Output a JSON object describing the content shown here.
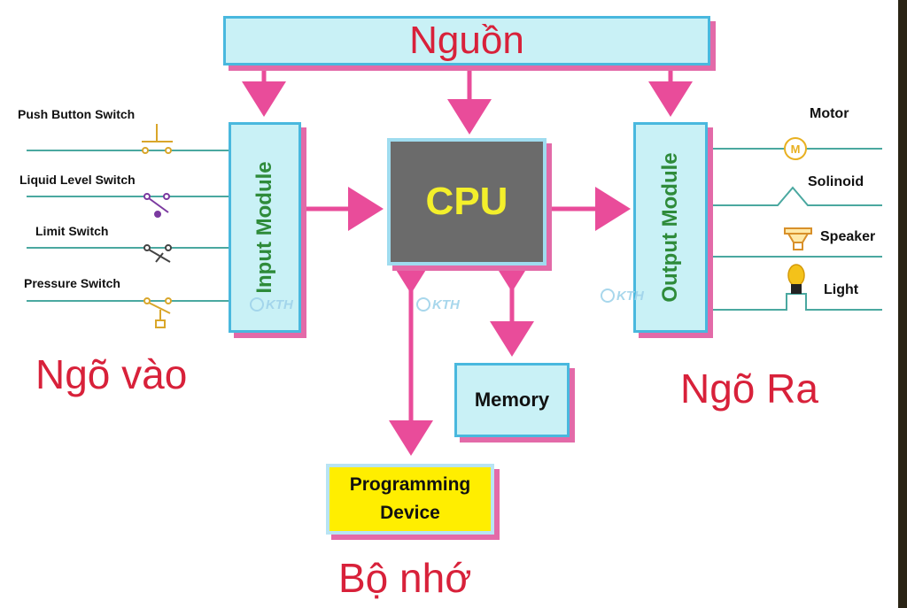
{
  "power": {
    "title": "Nguồn"
  },
  "modules": {
    "input": "Input Module",
    "output": "Output Module",
    "cpu": "CPU",
    "memory": "Memory",
    "programming_line1": "Programming",
    "programming_line2": "Device"
  },
  "inputs": [
    "Push Button Switch",
    "Liquid Level Switch",
    "Limit Switch",
    "Pressure Switch"
  ],
  "outputs": [
    "Motor",
    "Solinoid",
    "Speaker",
    "Light"
  ],
  "captions": {
    "inputs": "Ngõ vào",
    "outputs": "Ngõ Ra",
    "memory": "Bộ nhớ"
  },
  "watermark": "KTH",
  "colors": {
    "arrow": "#e94c9a",
    "wire": "#4aa8a0",
    "title_red": "#d8213a",
    "module_green": "#2e8b3a",
    "cpu_yellow": "#f3ef2b",
    "box_cyan": "#c9f1f6"
  },
  "icons": {
    "motor": "motor-circle-icon",
    "solinoid": "coil-icon",
    "speaker": "speaker-icon",
    "light": "lamp-icon"
  }
}
